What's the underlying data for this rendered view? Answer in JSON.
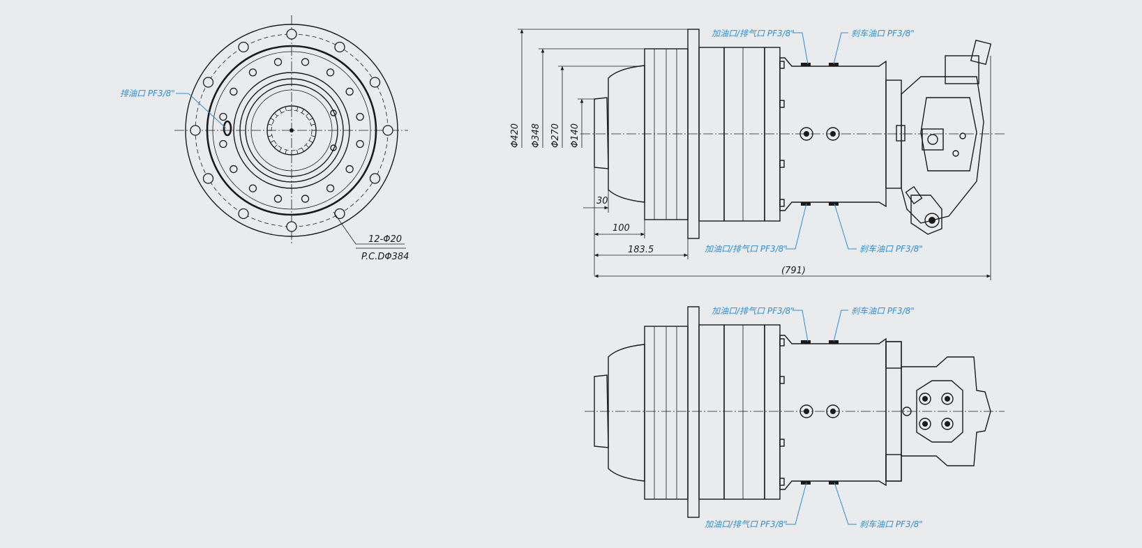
{
  "colors": {
    "background": "#e9ebed",
    "line": "#1a1a1a",
    "callout": "#2a8fd6"
  },
  "front_view": {
    "drain_port": "排油口 PF3/8\"",
    "bolt_spec": "12-Φ20",
    "pcd": "P.C.DΦ384"
  },
  "side_view": {
    "diameters": [
      "Φ420",
      "Φ348",
      "Φ270",
      "Φ140"
    ],
    "lengths": {
      "a": "30",
      "b": "100",
      "c": "183.5",
      "total": "(791)"
    },
    "fill_top": "加油口/排气口 PF3/8\"",
    "brake_top": "刹车油口 PF3/8\"",
    "fill_bottom": "加油口/排气口 PF3/8\"",
    "brake_bottom": "刹车油口 PF3/8\""
  },
  "top_view": {
    "fill_top": "加油口/排气口 PF3/8\"",
    "brake_top": "刹车油口 PF3/8\"",
    "fill_bottom": "加油口/排气口 PF3/8\"",
    "brake_bottom": "刹车油口 PF3/8\""
  }
}
